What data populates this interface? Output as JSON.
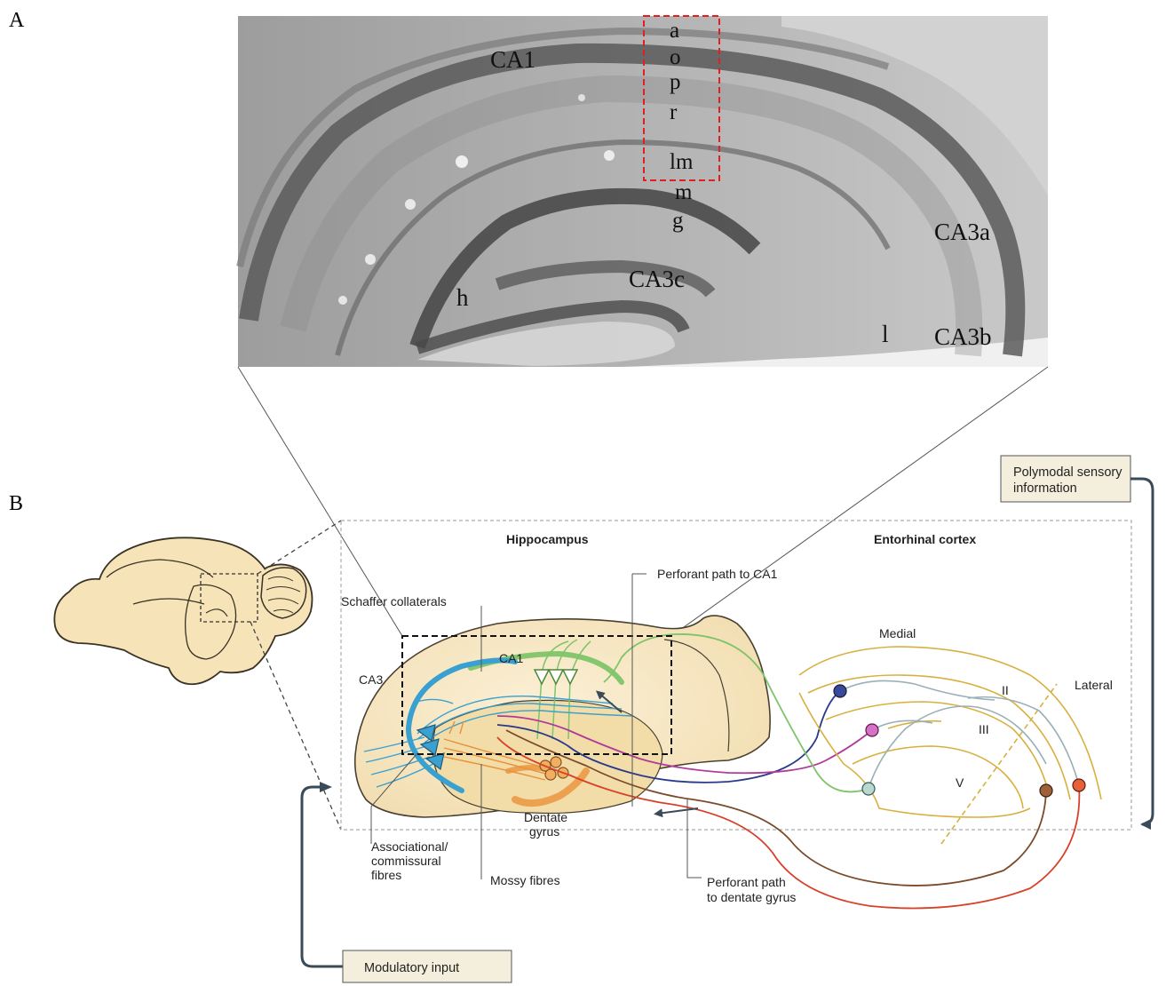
{
  "panels": {
    "a": "A",
    "b": "B"
  },
  "micrograph": {
    "regions": {
      "ca1": "CA1",
      "ca3a": "CA3a",
      "ca3b": "CA3b",
      "ca3c": "CA3c",
      "h": "h",
      "l": "l"
    },
    "layers": [
      "a",
      "o",
      "p",
      "r",
      "lm",
      "m",
      "g"
    ]
  },
  "diagram": {
    "hippocampus": "Hippocampus",
    "entorhinal": "Entorhinal cortex",
    "ca1": "CA1",
    "ca3": "CA3",
    "schaffer": "Schaffer collaterals",
    "perforant_ca1": "Perforant path to CA1",
    "assoc": [
      "Associational/",
      "commissural",
      "fibres"
    ],
    "mossy": "Mossy fibres",
    "dentate": [
      "Dentate",
      "gyrus"
    ],
    "perforant_dg": [
      "Perforant path",
      "to dentate gyrus"
    ],
    "medial": "Medial",
    "lateral": "Lateral",
    "layer_ii": "II",
    "layer_iii": "III",
    "layer_v": "V"
  },
  "boxes": {
    "polymodal": [
      "Polymodal sensory",
      "information"
    ],
    "modulatory": "Modulatory input"
  },
  "colors": {
    "tissue": "#f6e6c2",
    "tissue_edge": "#4a4030",
    "ca1_green": "#7ec46a",
    "ca3_blue": "#3aa0d0",
    "mossy_orange": "#e8923a",
    "perforant_red": "#d8402a",
    "perforant_brown": "#7a4a2a",
    "perforant_navy": "#2a3a8a",
    "perforant_magenta": "#b03a9a",
    "ec_gold": "#d8b040",
    "ec_gray": "#9ab0b8",
    "box_fill": "#f4efdc",
    "arrow": "#3a4a58"
  }
}
